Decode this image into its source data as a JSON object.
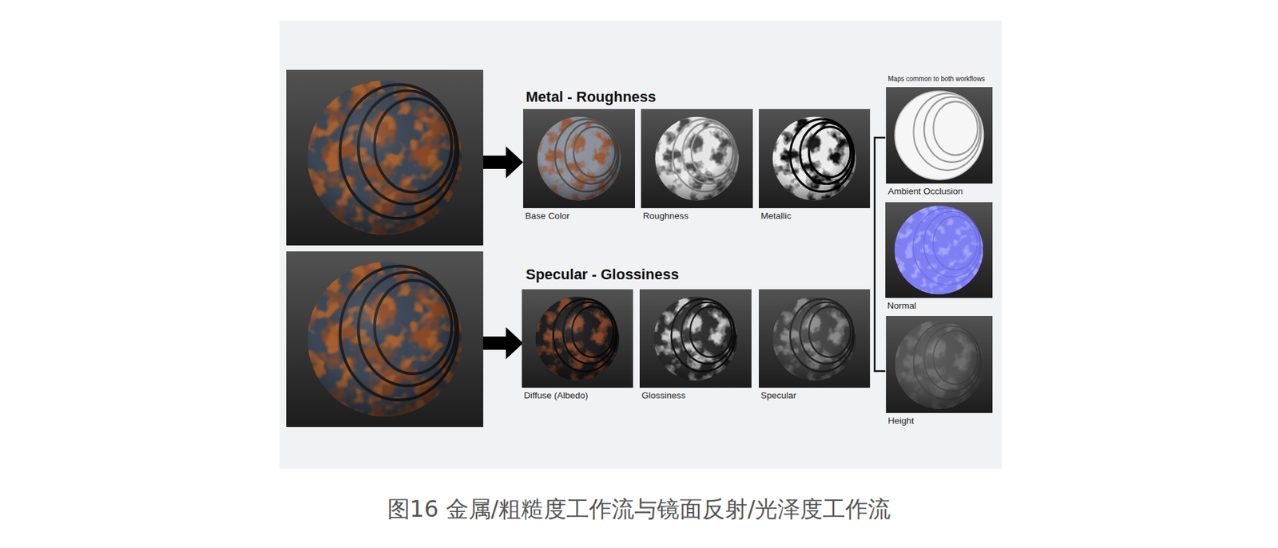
{
  "diagram": {
    "caption": "图16 金属/粗糙度工作流与镜面反射/光泽度工作流",
    "nodes": [
      {
        "text": [
          "Base Color"
        ]
      },
      {
        "text": [
          "Roughness"
        ]
      },
      {
        "text": [
          "Metallic"
        ]
      },
      {
        "text": [
          "Diffuse (Albedo)"
        ]
      },
      {
        "text": [
          "Glossiness"
        ]
      },
      {
        "text": [
          "Specular"
        ]
      },
      {
        "text": [
          "Ambient Occlusion"
        ]
      },
      {
        "text": [
          "Normal"
        ]
      },
      {
        "text": [
          "Height"
        ]
      }
    ],
    "labels": [
      "Metal - Roughness",
      "Specular - Glossiness",
      "Maps common to both workflows"
    ]
  }
}
